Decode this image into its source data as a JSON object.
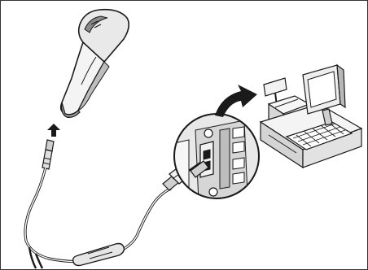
{
  "figure": {
    "parts": [
      {
        "id": "scanner",
        "icon": "handheld-barcode-scanner-icon"
      },
      {
        "id": "cable",
        "icon": "coiled-cable-icon"
      },
      {
        "id": "usb-connector",
        "icon": "usb-plug-icon"
      },
      {
        "id": "port-closeup",
        "icon": "usb-port-magnifier-icon"
      },
      {
        "id": "pos-terminal",
        "icon": "pos-terminal-icon"
      }
    ],
    "arrows": [
      {
        "id": "insert-arrow",
        "icon": "up-arrow-icon"
      },
      {
        "id": "connect-arrow",
        "icon": "curved-arrow-icon"
      }
    ],
    "colors": {
      "line": "#1a1a1a",
      "body_light": "#f2f2f2",
      "body_mid": "#cfcfcf",
      "body_dark": "#8a8a8a",
      "frame": "#333333"
    }
  }
}
